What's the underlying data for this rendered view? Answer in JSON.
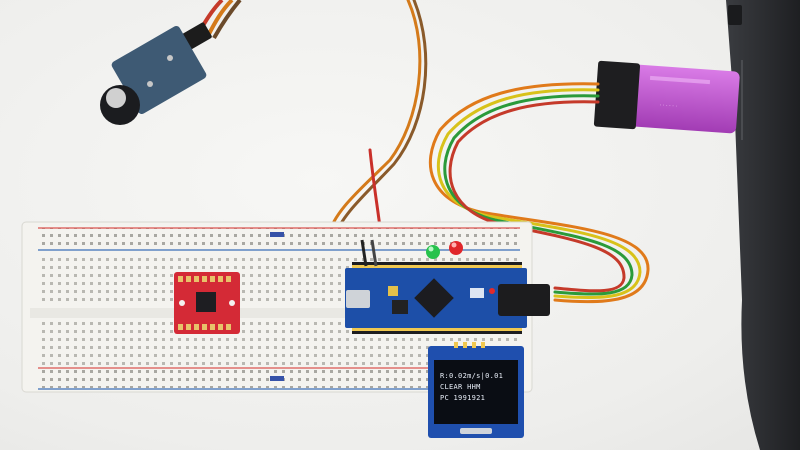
{
  "scene": {
    "oled": {
      "lines": [
        "R:0.02m/s|0.01",
        "CLEAR HHM",
        "PC 1991921"
      ]
    }
  },
  "colors": {
    "background": "#efefed",
    "breadboard": "#f4f3ef",
    "rail_red": "#d9534f",
    "rail_blue": "#3b6fb6",
    "mcu_board": "#1d4fa8",
    "sensor_board": "#d42a36",
    "programmer": "#c04fd0",
    "laptop": "#2b2d30"
  }
}
